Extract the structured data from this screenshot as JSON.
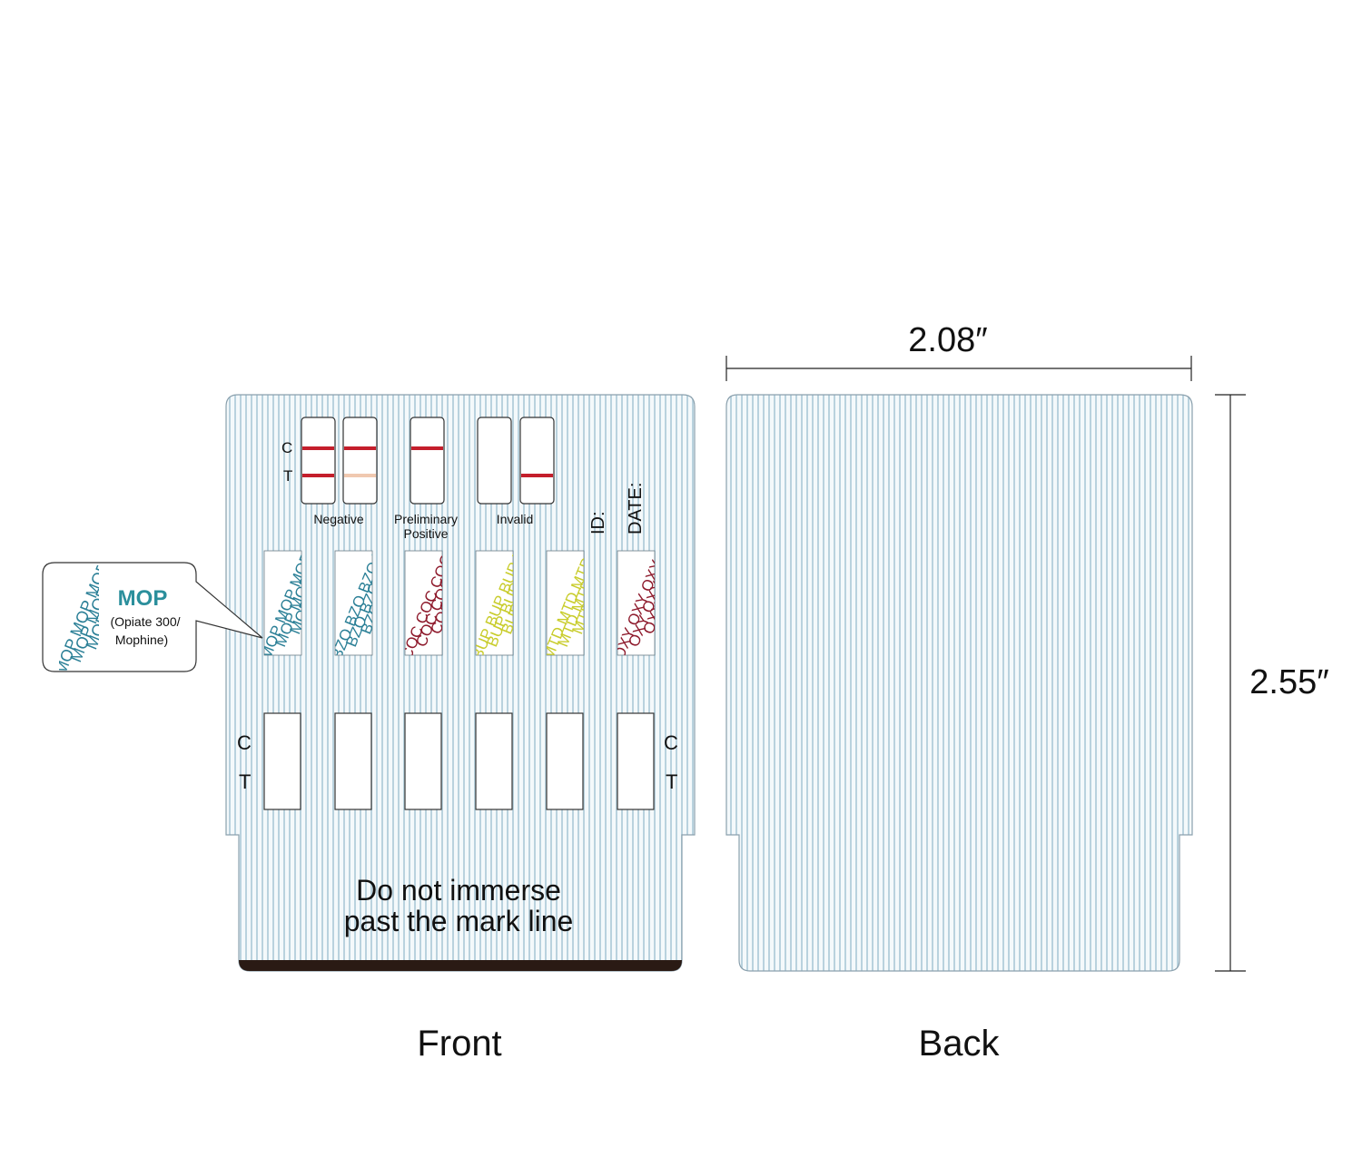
{
  "colors": {
    "stripe": "#b9d2de",
    "card_bg": "#f4f9fb",
    "card_border": "#8aa0ad",
    "control_line": "#c41e2b",
    "faint_line": "#f0c9b0",
    "base_bar": "#2a1a14",
    "teal": "#2b8f9c",
    "mop_blue": "#2a7f96",
    "coc_red": "#8e1a2c",
    "bup_yellow": "#c8cc2a",
    "oxy_red": "#8e1a2c"
  },
  "dimensions": {
    "width_label": "2.08″",
    "height_label": "2.55″"
  },
  "front": {
    "caption": "Front",
    "result_key": {
      "c_letter": "C",
      "t_letter": "T",
      "negative": "Negative",
      "preliminary_1": "Preliminary",
      "preliminary_2": "Positive",
      "invalid": "Invalid"
    },
    "id_label": "ID:",
    "date_label": "DATE:",
    "drugs": [
      {
        "code": "MOP",
        "color": "#2a7f96"
      },
      {
        "code": "BZO",
        "color": "#2a7f96"
      },
      {
        "code": "COC",
        "color": "#8e1a2c"
      },
      {
        "code": "BUP",
        "color": "#c8cc2a"
      },
      {
        "code": "MTD",
        "color": "#c8cc2a"
      },
      {
        "code": "OXY",
        "color": "#8e1a2c"
      }
    ],
    "side_c": "C",
    "side_t": "T",
    "warning_line1": "Do not immerse",
    "warning_line2": "past the mark line"
  },
  "callout": {
    "code": "MOP",
    "desc_line1": "(Opiate 300/",
    "desc_line2": "Mophine)"
  },
  "back": {
    "caption": "Back"
  }
}
